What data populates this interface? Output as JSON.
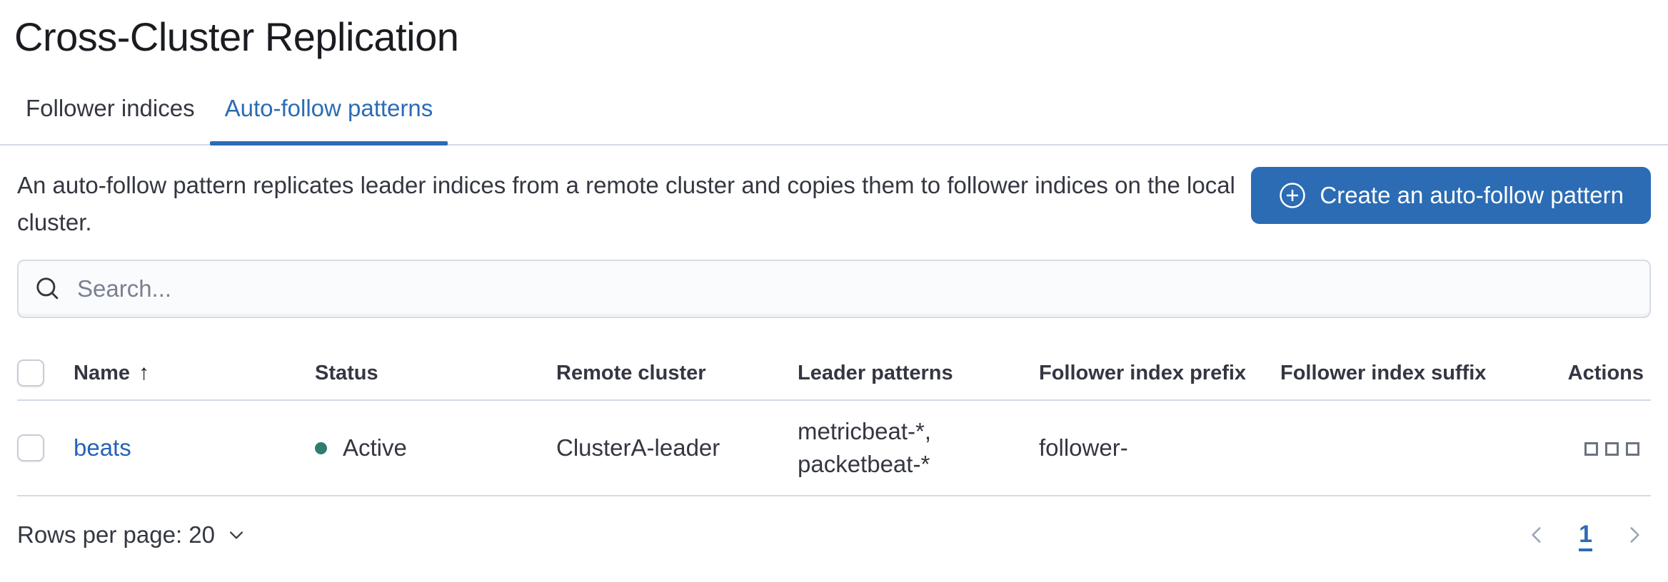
{
  "page": {
    "title": "Cross-Cluster Replication"
  },
  "tabs": [
    {
      "label": "Follower indices",
      "active": false
    },
    {
      "label": "Auto-follow patterns",
      "active": true
    }
  ],
  "intro": {
    "description": "An auto-follow pattern replicates leader indices from a remote cluster and copies them to follower indices on the local cluster.",
    "create_button": {
      "label": "Create an auto-follow pattern",
      "icon": "plus-in-circle-icon"
    }
  },
  "search": {
    "placeholder": "Search...",
    "value": "",
    "icon": "search-icon"
  },
  "table": {
    "columns": [
      "Name",
      "Status",
      "Remote cluster",
      "Leader patterns",
      "Follower index prefix",
      "Follower index suffix",
      "Actions"
    ],
    "sort": {
      "column": "Name",
      "direction": "ascending",
      "arrow": "↑"
    },
    "rows": [
      {
        "name": "beats",
        "status": "Active",
        "remote_cluster": "ClusterA-leader",
        "leader_patterns": "metricbeat-*, packetbeat-*",
        "follower_index_prefix": "follower-",
        "follower_index_suffix": "",
        "actions_icon": "boxes-horizontal-icon"
      }
    ]
  },
  "pagination": {
    "rows_per_page": "Rows per page: 20",
    "prev_icon": "chevron-left-icon",
    "page": "1",
    "next_icon": "chevron-right-icon"
  },
  "colors": {
    "accent_blue": "#2b6cb5",
    "link_blue": "#2563b8",
    "status_active_teal": "#2e7d6f",
    "border_gray": "#d3dae6",
    "text_dark": "#343741"
  }
}
